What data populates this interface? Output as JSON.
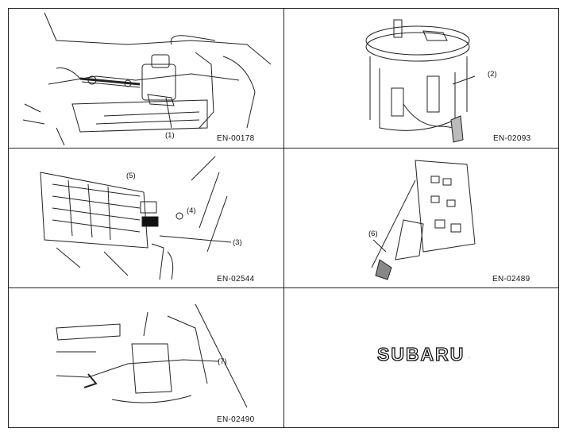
{
  "panels": [
    {
      "code": "EN-00178",
      "callouts": [
        "(1)"
      ]
    },
    {
      "code": "EN-02093",
      "callouts": [
        "(2)"
      ]
    },
    {
      "code": "EN-02544",
      "callouts": [
        "(5)",
        "(4)",
        "(3)"
      ]
    },
    {
      "code": "EN-02489",
      "callouts": [
        "(6)"
      ]
    },
    {
      "code": "EN-02490",
      "callouts": [
        "(7)"
      ]
    }
  ],
  "logo": {
    "text": "SUBARU",
    "mark": "."
  }
}
